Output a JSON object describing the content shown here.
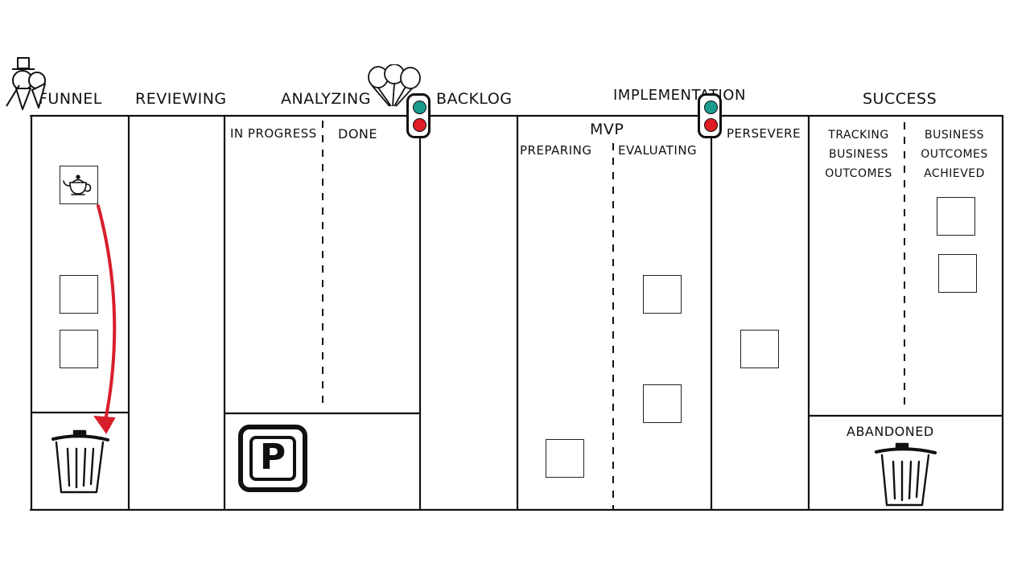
{
  "columns": {
    "funnel": "Funnel",
    "reviewing": "Reviewing",
    "analyzing": "Analyzing",
    "backlog": "Backlog",
    "implementation": "Implementation",
    "success": "Success"
  },
  "subcolumns": {
    "in_progress": "In Progress",
    "done": "Done",
    "mvp": "MVP",
    "preparing": "Preparing",
    "evaluating": "Evaluating",
    "persevere": "Persevere",
    "tracking_business_outcomes": "Tracking Business Outcomes",
    "business_outcomes_achieved": "Business Outcomes Achieved",
    "abandoned": "Abandoned"
  },
  "parking_sign": "P",
  "icons": {
    "funnel_top": "top-hat-flag-icon",
    "analyzing_top": "balloons-icon",
    "gate": "traffic-light-icon",
    "idea_card": "teapot-icon",
    "discard": "trash-can-icon",
    "parking": "parking-sign-icon",
    "flow": "red-arrow-icon"
  },
  "colors": {
    "line": "#111111",
    "arrow": "#d81e2c",
    "light_green": "#1a9b8e",
    "light_red": "#e01c24"
  }
}
